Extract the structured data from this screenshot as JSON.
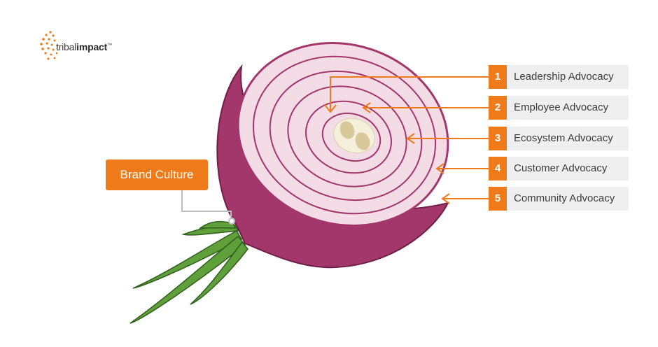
{
  "logo": {
    "text_light": "tribal",
    "text_bold": "impact",
    "mark": "™"
  },
  "callout": {
    "label": "Brand Culture"
  },
  "layers": [
    {
      "number": "1",
      "label": "Leadership Advocacy"
    },
    {
      "number": "2",
      "label": "Employee Advocacy"
    },
    {
      "number": "3",
      "label": "Ecosystem Advocacy"
    },
    {
      "number": "4",
      "label": "Customer Advocacy"
    },
    {
      "number": "5",
      "label": "Community Advocacy"
    }
  ],
  "colors": {
    "accent": "#ef7a1a",
    "onion_skin": "#a3366a",
    "onion_flesh": "#f3dce6",
    "onion_ring": "#a3366a",
    "core": "#f3ead0",
    "leaves": "#5fa03a"
  }
}
